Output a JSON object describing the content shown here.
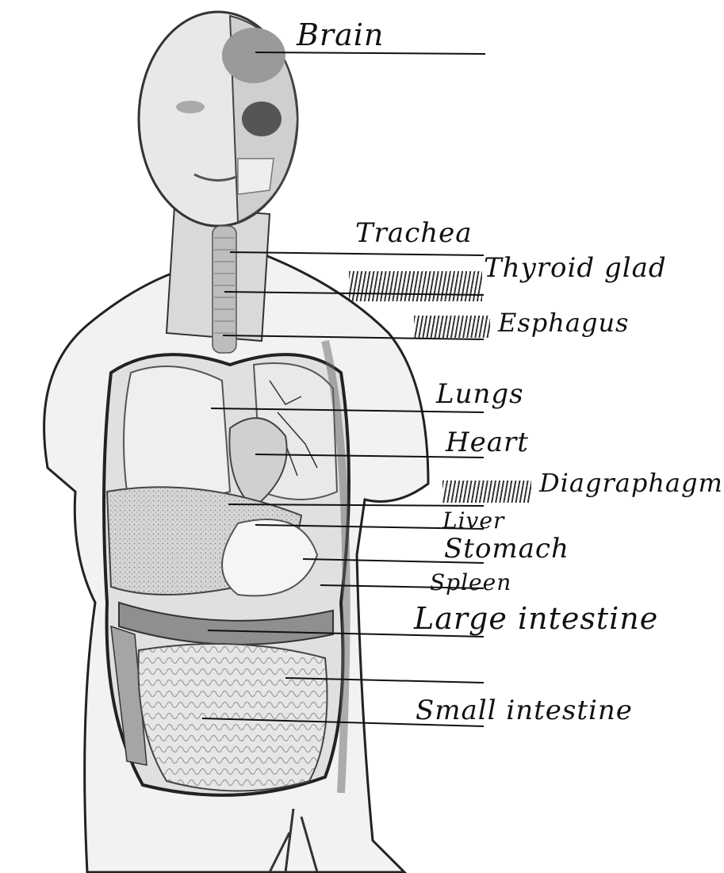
{
  "labels": {
    "brain": "Brain",
    "trachea": "Trachea",
    "thyroid": "Thyroid glad",
    "esophagus": "Esphagus",
    "lungs": "Lungs",
    "heart": "Heart",
    "diaphragm": "Diagraphagm",
    "liver": "Liver",
    "stomach": "Stomach",
    "spleen": "Spleen",
    "large_intestine": "Large intestine",
    "small_intestine": "Small intestine"
  }
}
